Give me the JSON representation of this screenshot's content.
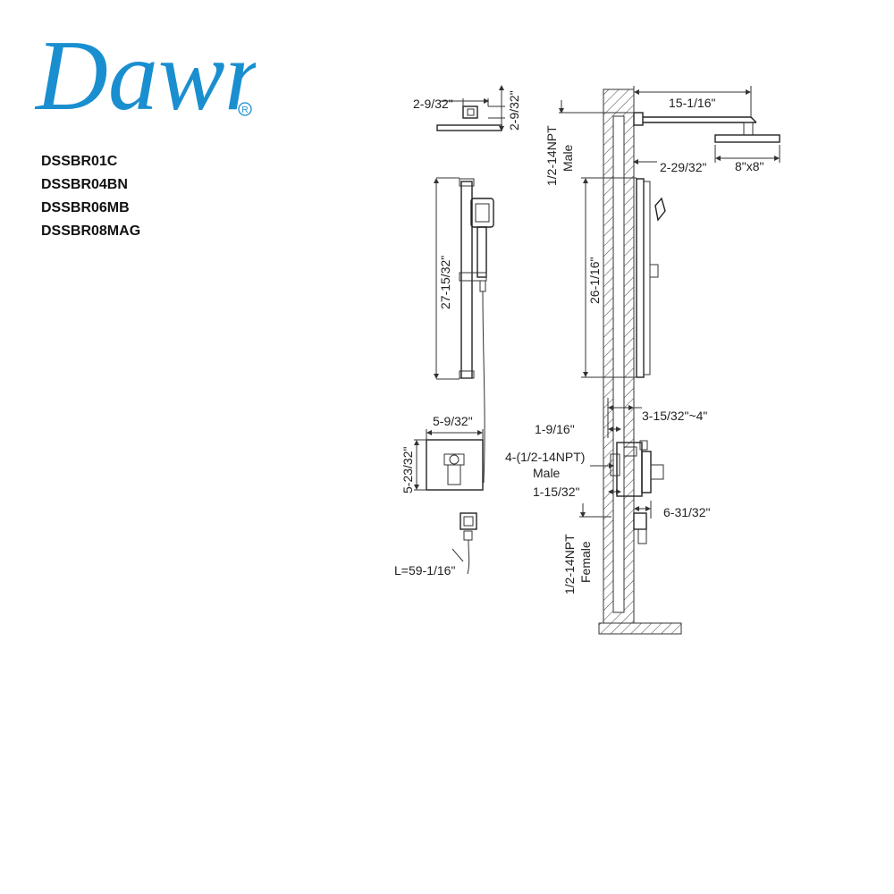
{
  "brand": {
    "name": "Dawn",
    "registered_mark": "R",
    "color": "#1a8fd0"
  },
  "models": [
    "DSSBR01C",
    "DSSBR04BN",
    "DSSBR06MB",
    "DSSBR08MAG"
  ],
  "dimensions": {
    "head_top_width": "2-9/32\"",
    "head_top_height": "2-9/32\"",
    "bar_height": "27-15/32\"",
    "plate_width": "5-9/32\"",
    "plate_height": "5-23/32\"",
    "hose_length": "L=59-1/16\"",
    "arm_length": "15-1/16\"",
    "inlet_male": "1/2-14NPT",
    "inlet_male_label": "Male",
    "arm_offset": "2-29/32\"",
    "head_size": "8\"x8\"",
    "slide_height": "26-1/16\"",
    "wall_depth_range": "3-15/32\"~4\"",
    "valve_depth": "1-9/16\"",
    "valve_ports": "4-(1/2-14NPT)",
    "valve_ports_label": "Male",
    "trim_depth": "1-15/32\"",
    "trim_projection": "6-31/32\"",
    "outlet_female": "1/2-14NPT",
    "outlet_female_label": "Female"
  }
}
